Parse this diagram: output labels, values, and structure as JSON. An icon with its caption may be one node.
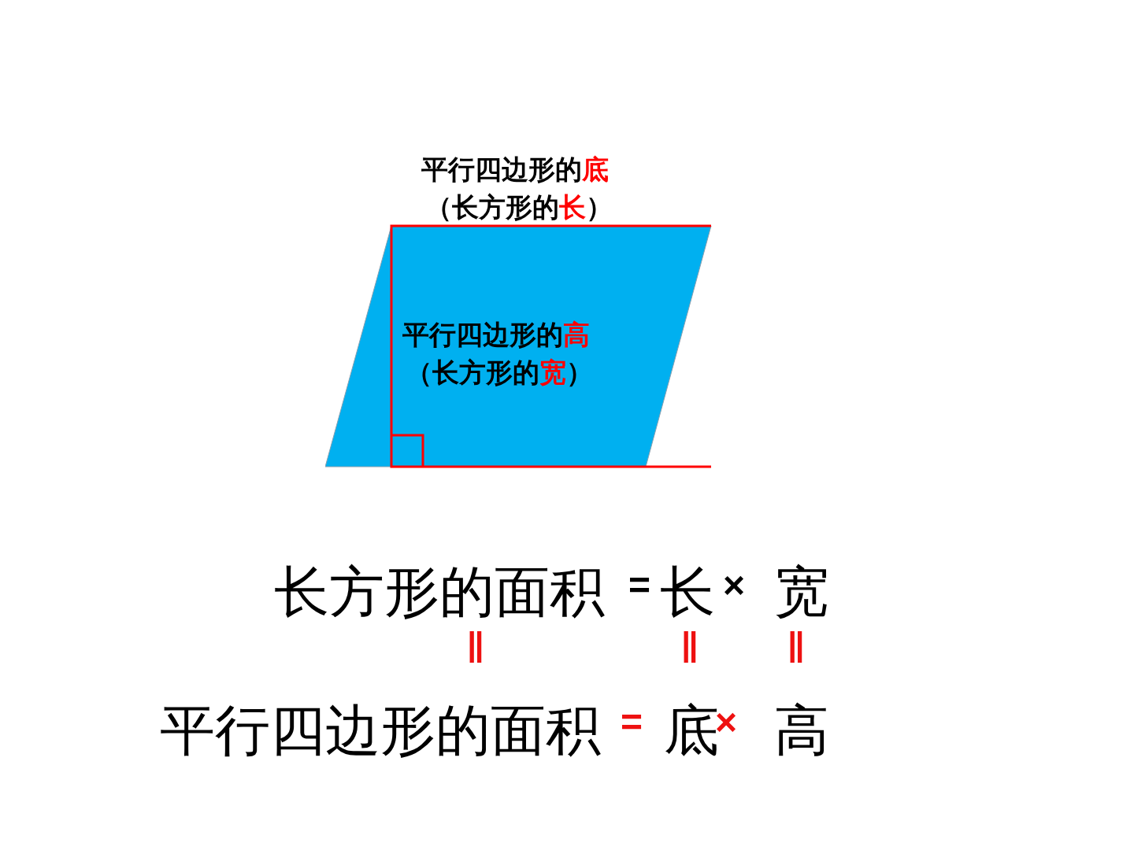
{
  "diagram": {
    "nodes": [
      {
        "text": [
          "平行四边形的**高**",
          "（长方形的**宽**）"
        ]
      }
    ],
    "labels": [
      "平行四边形的**底**",
      "（长方形的**长**）",
      "长方形的面积",
      "=",
      "长",
      "×",
      "宽",
      "‖",
      "‖",
      "‖",
      "平行四边形的面积",
      "=",
      "底",
      "×",
      "高"
    ]
  }
}
